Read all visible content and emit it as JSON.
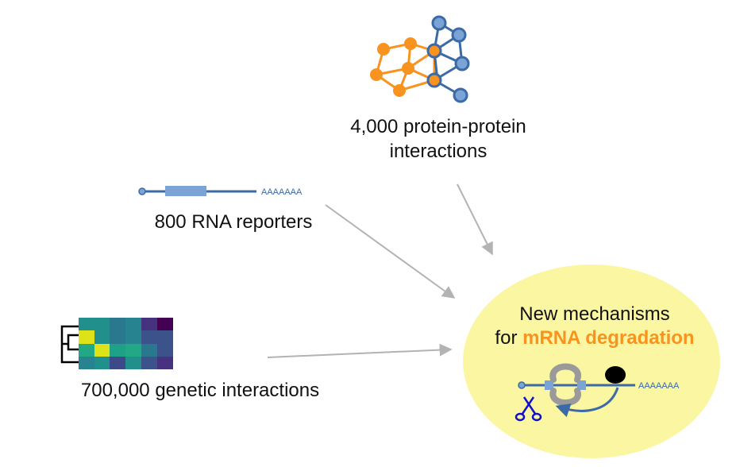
{
  "labels": {
    "ppi_line1": "4,000 protein-protein",
    "ppi_line2": "interactions",
    "rna": "800 RNA reporters",
    "genetic": "700,000 genetic interactions",
    "outcome_line1": "New mechanisms",
    "outcome_line2_prefix": "for ",
    "outcome_line2_highlight": "mRNA degradation",
    "polya_reporter": "AAAAAAA",
    "polya_outcome": "AAAAAAA"
  },
  "colors": {
    "orange": "#f7931e",
    "blue": "#3b6aa6",
    "light_blue": "#7aa3d6",
    "ellipse_fill": "#fbf6a2",
    "arrow": "#b3b3b3",
    "ring": "#9a9a9a",
    "ribosome": "#000000",
    "scissors": "#1111cc"
  },
  "icons": {
    "network": "protein-network-icon",
    "reporter": "rna-reporter-icon",
    "heatmap": "heatmap-icon",
    "mrna": "mrna-degradation-icon",
    "scissors": "scissors-icon"
  }
}
